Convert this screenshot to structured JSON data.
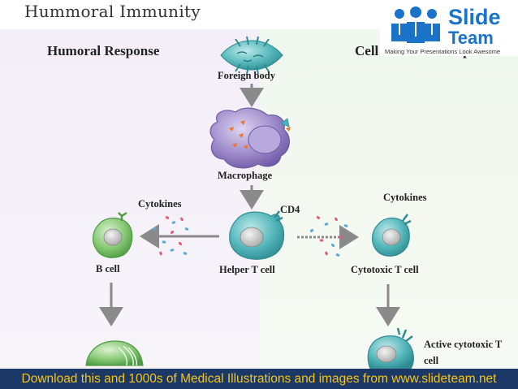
{
  "page": {
    "title": "Hummoral Immunity"
  },
  "headers": {
    "left": "Humoral Response",
    "right": "Cell Mediated Response"
  },
  "labels": {
    "foreign_body": "Foreign body",
    "macrophage": "Macrophage",
    "cytokines_left": "Cytokines",
    "cytokines_right": "Cytokines",
    "cd4": "CD4",
    "b_cell": "B cell",
    "helper_t_cell": "Helper T cell",
    "cytotoxic_t_cell": "Cytotoxic T cell",
    "active_cytotoxic_t_cell": "Active cytotoxic T cell"
  },
  "logo": {
    "line1": "Slide",
    "line2": "Team",
    "tagline": "Making Your Presentations Look Awesome"
  },
  "banner": {
    "text": "Download this and 1000s of Medical Illustrations and images from www.slideteam.net"
  },
  "colors": {
    "banner_bg": "#1b3866",
    "banner_text": "#f5c518",
    "macrophage": "#9b88c9",
    "helper_t": "#49b0b5",
    "b_cell": "#7cc36a",
    "foreign_body": "#49b6bb",
    "arrow": "#8a8a8a",
    "cytokine_red": "#e0607a",
    "cytokine_blue": "#5aaad8"
  }
}
